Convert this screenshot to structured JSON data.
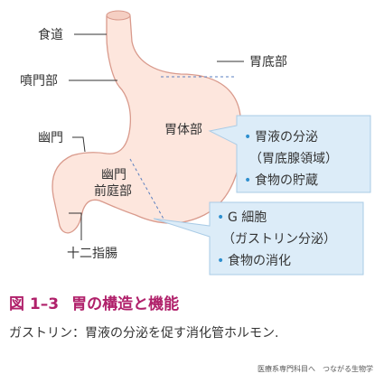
{
  "labels": {
    "esophagus": "食道",
    "cardia": "噴門部",
    "fundus": "胃底部",
    "body": "胃体部",
    "pylorus": "幽門",
    "antrum_line1": "幽門",
    "antrum_line2": "前庭部",
    "duodenum": "十二指腸"
  },
  "box_body": {
    "items": [
      "胃液の分泌",
      "（胃底腺領域）",
      "食物の貯蔵"
    ],
    "bullet_flags": [
      true,
      false,
      true
    ]
  },
  "box_antrum": {
    "items": [
      "G 細胞",
      "（ガストリン分泌）",
      "食物の消化"
    ],
    "bullet_flags": [
      true,
      false,
      true
    ]
  },
  "figure": {
    "number": "図 1–3",
    "title": "胃の構造と機能",
    "caption": "ガストリン：胃液の分泌を促す消化管ホルモン.",
    "credit": "医療系専門科目へ　つながる生物学"
  },
  "colors": {
    "stomach_fill": "#fde6dd",
    "stomach_stroke": "#d99a8c",
    "box_fill": "#dcecf8",
    "box_stroke": "#a9cbe6",
    "bullet": "#2e8fcf",
    "title": "#b0206a",
    "dashed": "#5a7fc0"
  }
}
